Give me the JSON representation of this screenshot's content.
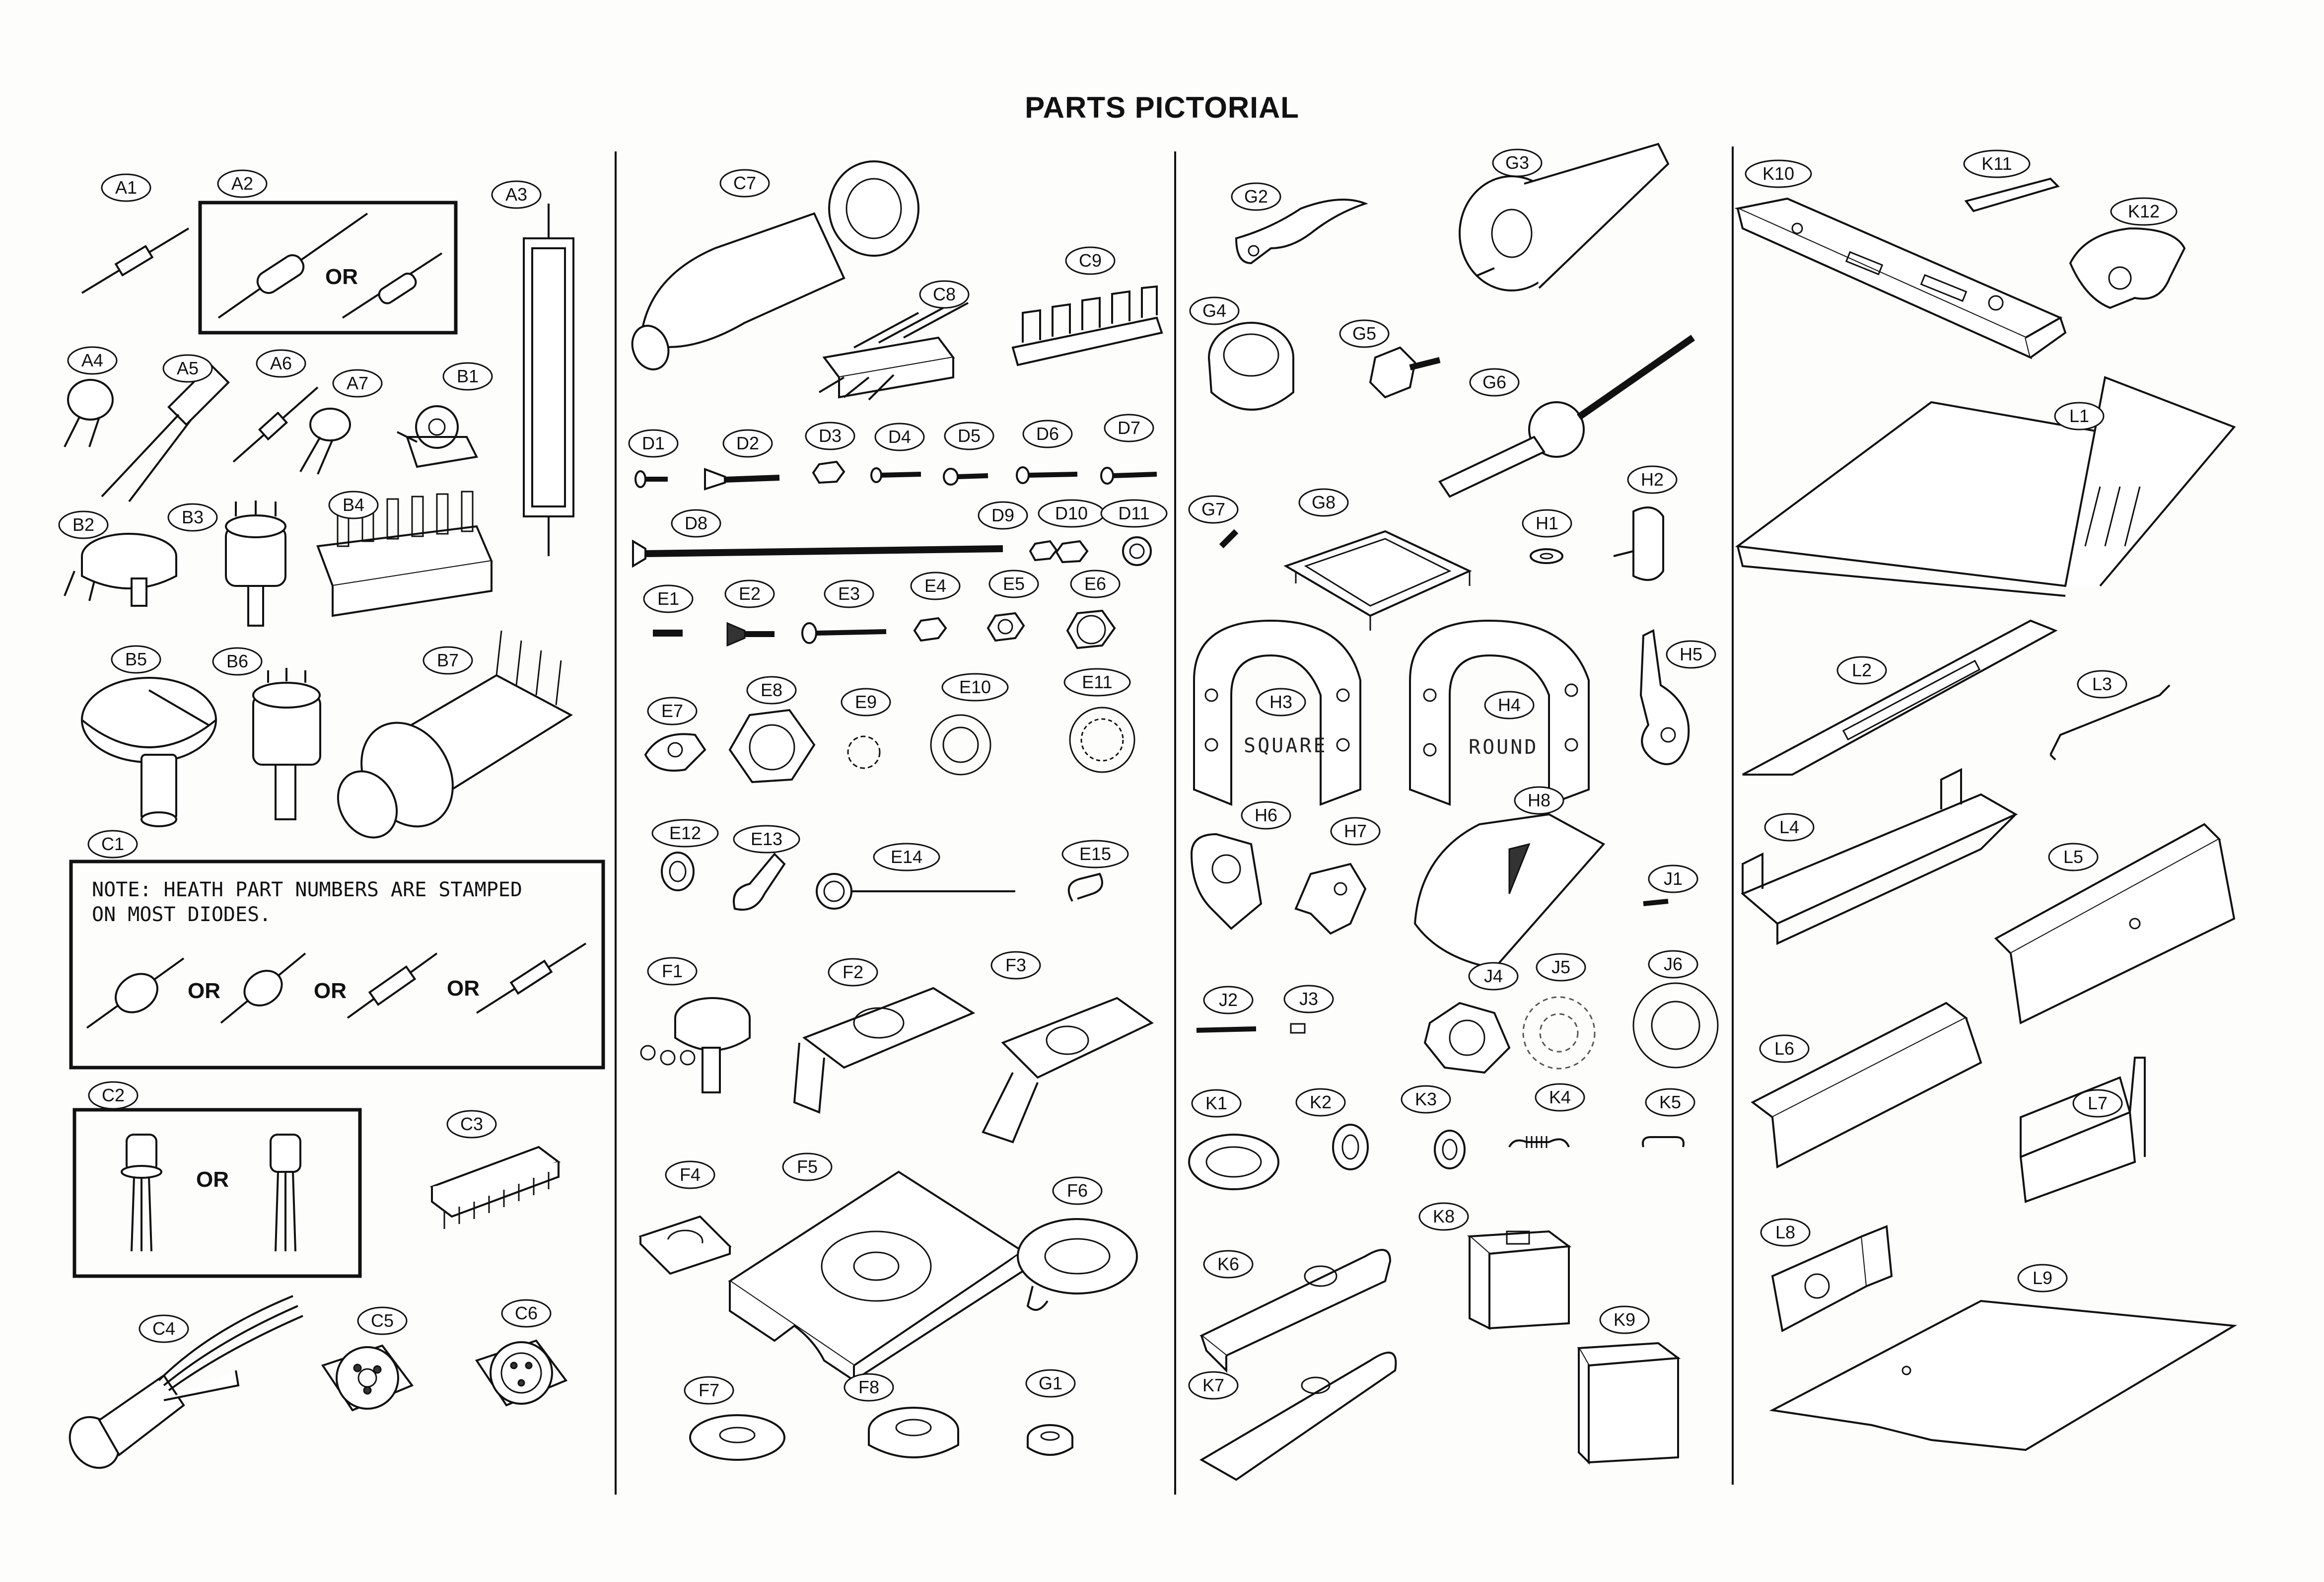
{
  "title": "PARTS PICTORIAL",
  "note": {
    "line1": "NOTE: HEATH PART NUMBERS ARE STAMPED",
    "line2": "ON MOST DIODES."
  },
  "inline_words": {
    "or": "OR",
    "square": "SQUARE",
    "round": "ROUND"
  },
  "labels": {
    "A1": "A1",
    "A2": "A2",
    "A3": "A3",
    "A4": "A4",
    "A5": "A5",
    "A6": "A6",
    "A7": "A7",
    "B1": "B1",
    "B2": "B2",
    "B3": "B3",
    "B4": "B4",
    "B5": "B5",
    "B6": "B6",
    "B7": "B7",
    "C1": "C1",
    "C2": "C2",
    "C3": "C3",
    "C4": "C4",
    "C5": "C5",
    "C6": "C6",
    "C7": "C7",
    "C8": "C8",
    "C9": "C9",
    "D1": "D1",
    "D2": "D2",
    "D3": "D3",
    "D4": "D4",
    "D5": "D5",
    "D6": "D6",
    "D7": "D7",
    "D8": "D8",
    "D9": "D9",
    "D10": "D10",
    "D11": "D11",
    "E1": "E1",
    "E2": "E2",
    "E3": "E3",
    "E4": "E4",
    "E5": "E5",
    "E6": "E6",
    "E7": "E7",
    "E8": "E8",
    "E9": "E9",
    "E10": "E10",
    "E11": "E11",
    "E12": "E12",
    "E13": "E13",
    "E14": "E14",
    "E15": "E15",
    "F1": "F1",
    "F2": "F2",
    "F3": "F3",
    "F4": "F4",
    "F5": "F5",
    "F6": "F6",
    "F7": "F7",
    "F8": "F8",
    "G1": "G1",
    "G2": "G2",
    "G3": "G3",
    "G4": "G4",
    "G5": "G5",
    "G6": "G6",
    "G7": "G7",
    "G8": "G8",
    "H1": "H1",
    "H2": "H2",
    "H3": "H3",
    "H4": "H4",
    "H5": "H5",
    "H6": "H6",
    "H7": "H7",
    "H8": "H8",
    "J1": "J1",
    "J2": "J2",
    "J3": "J3",
    "J4": "J4",
    "J5": "J5",
    "J6": "J6",
    "K1": "K1",
    "K2": "K2",
    "K3": "K3",
    "K4": "K4",
    "K5": "K5",
    "K6": "K6",
    "K7": "K7",
    "K8": "K8",
    "K9": "K9",
    "K10": "K10",
    "K11": "K11",
    "K12": "K12",
    "L1": "L1",
    "L2": "L2",
    "L3": "L3",
    "L4": "L4",
    "L5": "L5",
    "L6": "L6",
    "L7": "L7",
    "L8": "L8",
    "L9": "L9"
  }
}
